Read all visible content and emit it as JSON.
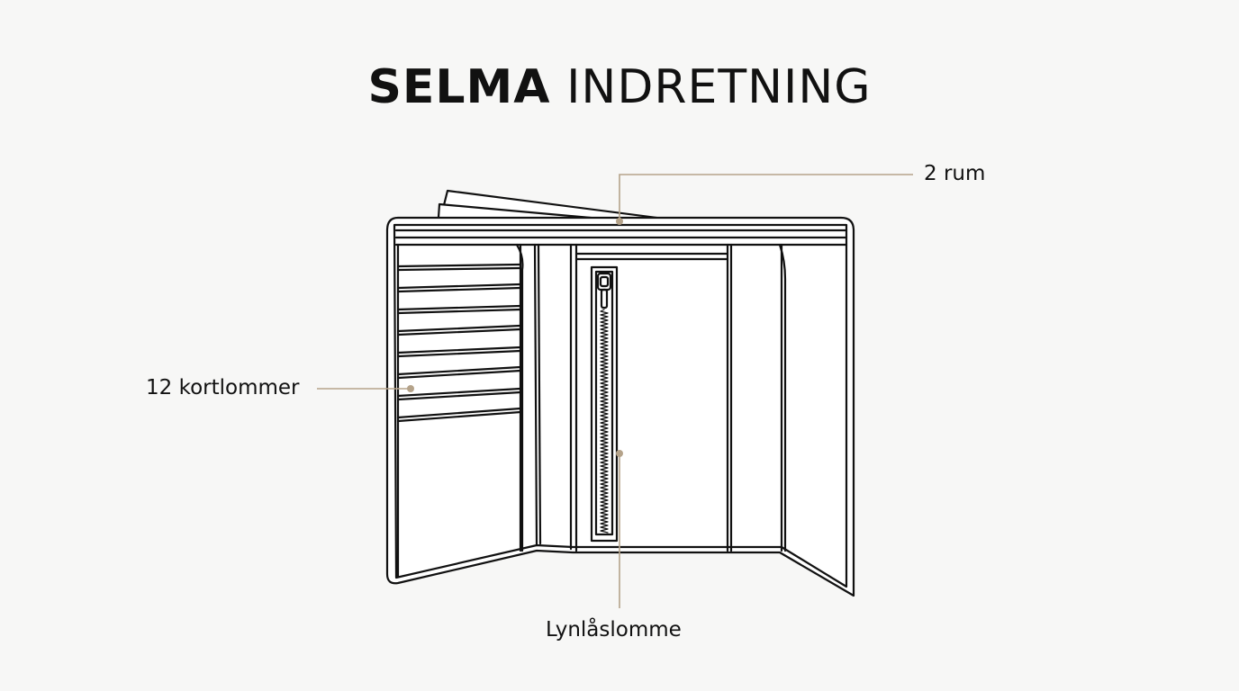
{
  "title": {
    "bold": "SELMA",
    "light": "INDRETNING"
  },
  "callouts": {
    "compartments": "2 rum",
    "card_slots": "12 kortlommer",
    "zip_pocket": "Lynlåslomme"
  },
  "colors": {
    "background": "#f7f7f6",
    "outline": "#111111",
    "leader": "#b5a38a"
  }
}
